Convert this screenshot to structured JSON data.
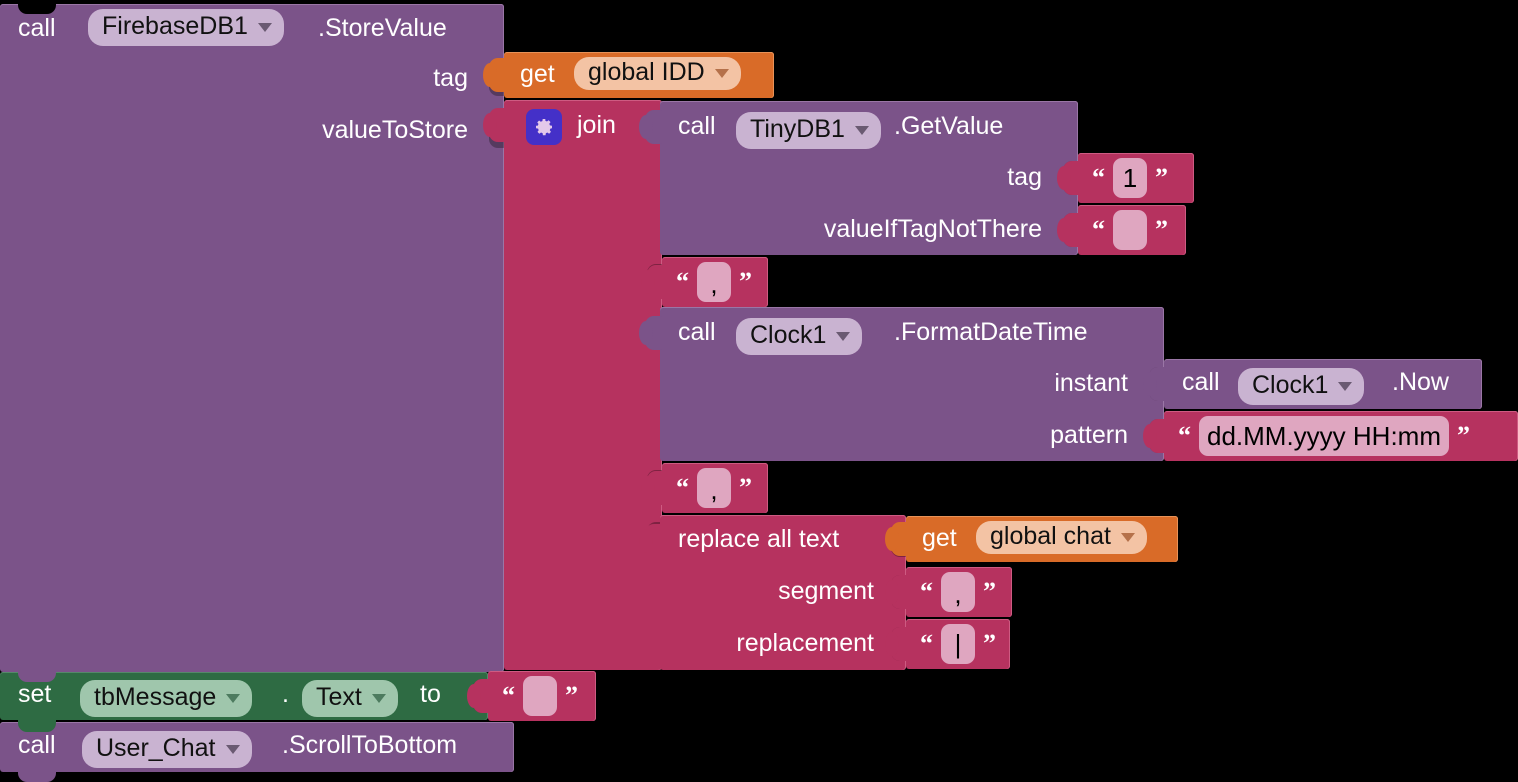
{
  "app": {
    "name": "MIT App Inventor Blocks Editor",
    "canvas_background": "#000000"
  },
  "palette": {
    "purple": "#7B5389",
    "crimson": "#B6325F",
    "orange": "#D96B28",
    "green": "#2E6B43",
    "pill_purple": "#C9B3D1",
    "pill_green": "#9FC6AC",
    "pill_peach": "#F3C3A4",
    "string_field": "#DFA6C0",
    "gear_blue": "#4430C8"
  },
  "blocks": {
    "firebase_store": {
      "call_label": "call",
      "component": "FirebaseDB1",
      "method": ".StoreValue",
      "params": {
        "tag": "tag",
        "value_to_store": "valueToStore"
      }
    },
    "get_global_idd": {
      "get_label": "get",
      "variable": "global IDD"
    },
    "join": {
      "label": "join",
      "gear_icon": "gear-icon"
    },
    "tinydb_getvalue": {
      "call_label": "call",
      "component": "TinyDB1",
      "method": ".GetValue",
      "params": {
        "tag": "tag",
        "value_if_tag_not_there": "valueIfTagNotThere"
      },
      "tag_value": "1",
      "value_if_tag_not_there_value": ""
    },
    "separator_1": {
      "value": ","
    },
    "clock_format": {
      "call_label": "call",
      "component": "Clock1",
      "method": ".FormatDateTime",
      "params": {
        "instant": "instant",
        "pattern": "pattern"
      },
      "pattern_value": "dd.MM.yyyy HH:mm"
    },
    "clock_now": {
      "call_label": "call",
      "component": "Clock1",
      "method": ".Now"
    },
    "separator_2": {
      "value": ","
    },
    "replace_all_text": {
      "label": "replace all text",
      "params": {
        "segment": "segment",
        "replacement": "replacement"
      },
      "segment_value": ",",
      "replacement_value": "|"
    },
    "get_global_chat": {
      "get_label": "get",
      "variable": "global chat"
    },
    "set_tbmessage_text": {
      "set_label": "set",
      "component": "tbMessage",
      "dot": ".",
      "property": "Text",
      "to_label": "to",
      "value": ""
    },
    "user_chat_scroll": {
      "call_label": "call",
      "component": "User_Chat",
      "method": ".ScrollToBottom"
    }
  }
}
